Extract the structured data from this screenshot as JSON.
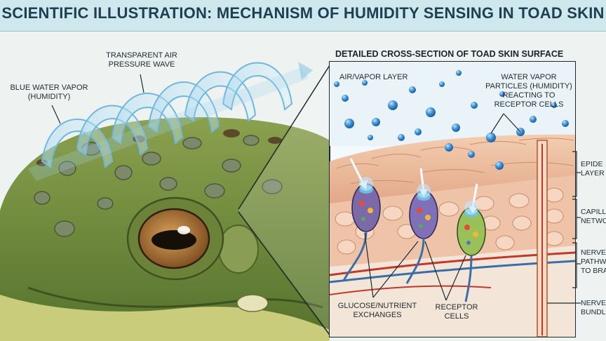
{
  "title": "SCIENTIFIC ILLUSTRATION: MECHANISM OF HUMIDITY SENSING IN TOAD SKIN",
  "panel_title": "DETAILED CROSS-SECTION OF TOAD SKIN SURFACE",
  "labels": {
    "transparent_air_line1": "TRANSPARENT AIR",
    "transparent_air_line2": "PRESSURE WAVE",
    "blue_vapor_line1": "BLUE WATER VAPOR",
    "blue_vapor_line2": "(HUMIDITY)",
    "air_vapor_layer": "AIR/VAPOR LAYER",
    "water_particles_line1": "WATER VAPOR",
    "water_particles_line2": "PARTICLES (HUMIDITY)",
    "water_particles_line3": "REACTING TO",
    "water_particles_line4": "RECEPTOR CELLS",
    "glucose_line1": "GLUCOSE/NUTRIENT",
    "glucose_line2": "EXCHANGES",
    "receptor_line1": "RECEPTOR",
    "receptor_line2": "CELLS"
  },
  "right_labels": {
    "epidermis_line1": "EPIDE",
    "epidermis_line2": "LAYER",
    "capillary_line1": "CAPILL",
    "capillary_line2": "NETWO",
    "nerve_path_line1": "NERVE",
    "nerve_path_line2": "PATHW",
    "nerve_path_line3": "TO BRA",
    "nerve_bundle_line1": "NERVE",
    "nerve_bundle_line2": "BUNDL"
  },
  "colors": {
    "title_bg": "#cfe8ee",
    "title_text": "#1e3f52",
    "toad_green": "#6f8a3c",
    "vapor_blue": "#2f86cf",
    "skin_pink": "#e9b79a",
    "nerve_blue": "#3b6ea8",
    "capillary_red": "#c0392b"
  }
}
